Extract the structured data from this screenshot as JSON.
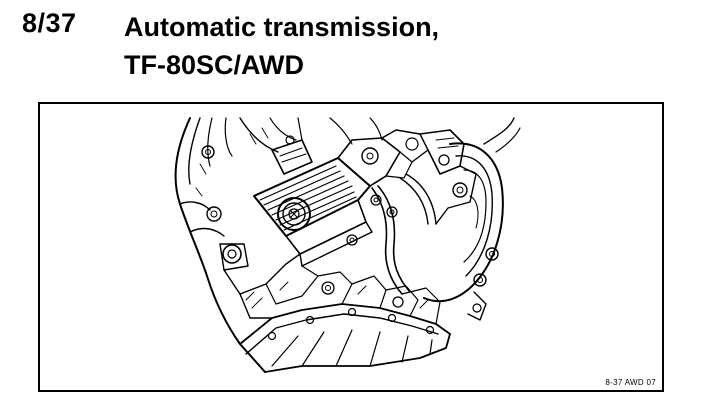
{
  "header": {
    "page_number": "8/37",
    "title_line_1": "Automatic transmission,",
    "title_line_2": "TF-80SC/AWD"
  },
  "figure": {
    "code": "8-37 AWD 07",
    "colors": {
      "line": "#000000",
      "background": "#ffffff"
    }
  }
}
